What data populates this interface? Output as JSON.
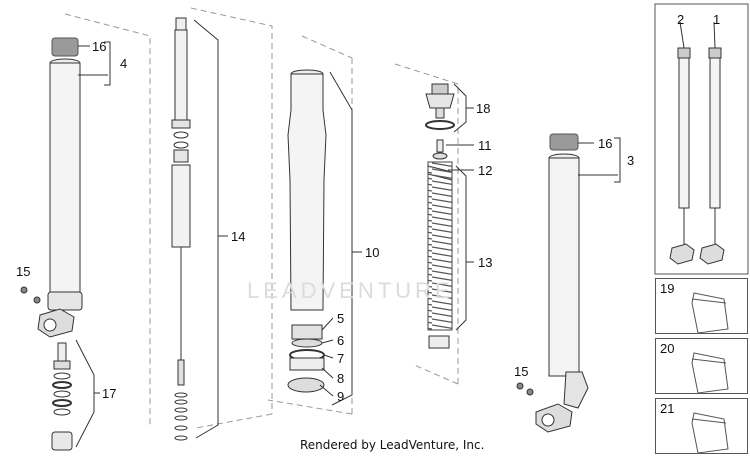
{
  "diagram": {
    "callouts": [
      "1",
      "2",
      "3",
      "4",
      "5",
      "6",
      "7",
      "8",
      "9",
      "10",
      "11",
      "12",
      "13",
      "14",
      "15",
      "15",
      "16",
      "16",
      "17",
      "18",
      "19",
      "20",
      "21"
    ],
    "kit_labels": [
      "19",
      "20",
      "21"
    ]
  },
  "watermark": "LEADVENTURE",
  "footer": "Rendered by LeadVenture, Inc."
}
